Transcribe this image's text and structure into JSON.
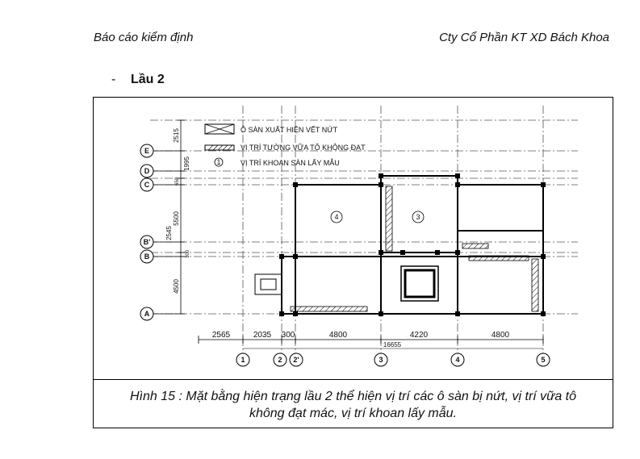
{
  "header": {
    "left": "Báo cáo kiểm định",
    "right": "Cty Cổ Phần KT XD Bách Khoa"
  },
  "section": {
    "dash": "-",
    "title": "Lầu 2"
  },
  "legend": {
    "crack": "Ô SÀN XUẤT HIỆN VẾT NỨT",
    "plaster": "VỊ TRÍ TƯỜNG VỮA TÔ KHÔNG ĐẠT",
    "drill": "VỊ TRÍ KHOAN SÀN LẤY MẪU",
    "drill_symbol": "1"
  },
  "axes_rows": [
    "E",
    "D",
    "C",
    "B'",
    "B",
    "A"
  ],
  "axes_cols": [
    "1",
    "2",
    "2'",
    "3",
    "4",
    "5"
  ],
  "vertical_dims": [
    "2515",
    "1995",
    "650",
    "5500",
    "2545",
    "300",
    "4500"
  ],
  "horizontal_dims": [
    "2565",
    "2035",
    "300",
    "4800",
    "4220",
    "4800"
  ],
  "total_dim": "16655",
  "sample_markers": [
    "4",
    "3"
  ],
  "caption": {
    "line1": "Hình 15 : Mặt bằng hiện trạng lầu 2 thể hiện vị trí các ô sàn bị nứt, vị trí vữa tô",
    "line2": "không đạt mác, vị trí khoan lấy mẫu."
  }
}
